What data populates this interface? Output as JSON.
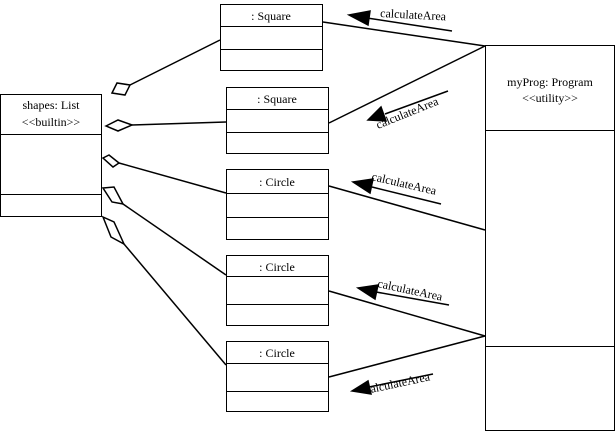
{
  "diagram": {
    "stroke_color": "#000000",
    "background": "#ffffff",
    "list_box": {
      "name": "shapes: List",
      "stereotype": "<<builtin>>"
    },
    "program_box": {
      "name": "myProg: Program",
      "stereotype": "<<utility>>"
    },
    "objects": [
      {
        "label": ": Square"
      },
      {
        "label": ": Square"
      },
      {
        "label": ": Circle"
      },
      {
        "label": ": Circle"
      },
      {
        "label": ": Circle"
      }
    ],
    "messages": [
      {
        "label": "calculateArea"
      },
      {
        "label": "calculateArea"
      },
      {
        "label": "calculateArea"
      },
      {
        "label": "calculateArea"
      },
      {
        "label": "calculateArea"
      }
    ]
  }
}
